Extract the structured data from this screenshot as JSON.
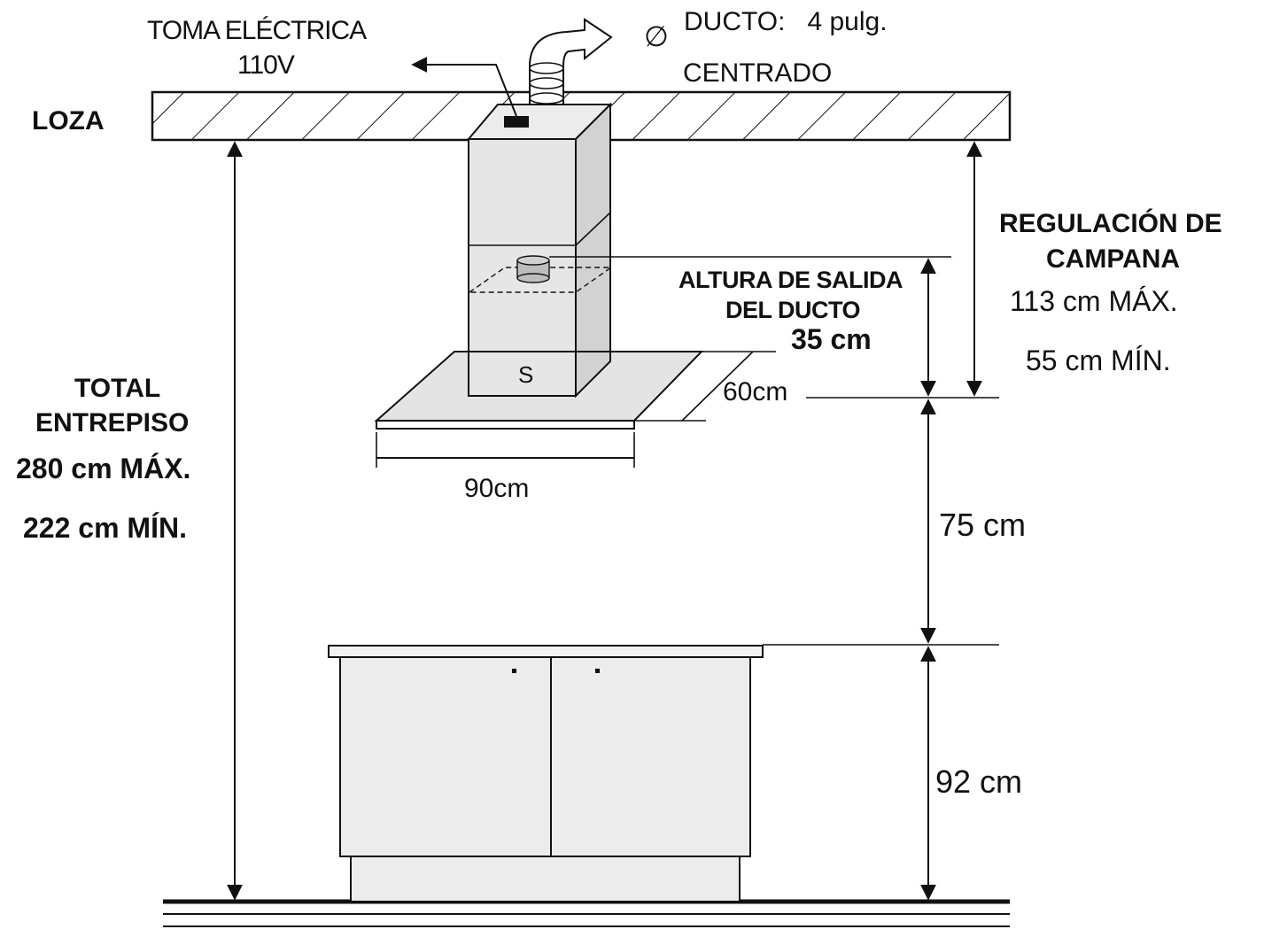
{
  "labels": {
    "loza": "LOZA",
    "toma_line1": "TOMA ELÉCTRICA",
    "toma_line2": "110V",
    "diameter_symbol": "∅",
    "ducto": "DUCTO:   4 pulg.",
    "centrado": "CENTRADO",
    "regulacion_line1": "REGULACIÓN DE",
    "regulacion_line2": "CAMPANA",
    "regulacion_max": "113 cm MÁX.",
    "regulacion_min": "55 cm MÍN.",
    "altura_line1": "ALTURA DE SALIDA",
    "altura_line2": "DEL DUCTO",
    "altura_value": "35 cm",
    "hood_depth": "60cm",
    "hood_width": "90cm",
    "hood_marker": "S",
    "total_line1": "TOTAL",
    "total_line2": "ENTREPISO",
    "total_max": "280 cm MÁX.",
    "total_min": "222 cm MÍN.",
    "gap_counter_hood": "75 cm",
    "counter_height": "92 cm"
  },
  "colors": {
    "line": "#111111",
    "hood_fill": "#e4e4e4",
    "hood_side": "#cfcfcf",
    "counter_fill": "#ececec",
    "outlet_fill": "#bdbdbd"
  }
}
